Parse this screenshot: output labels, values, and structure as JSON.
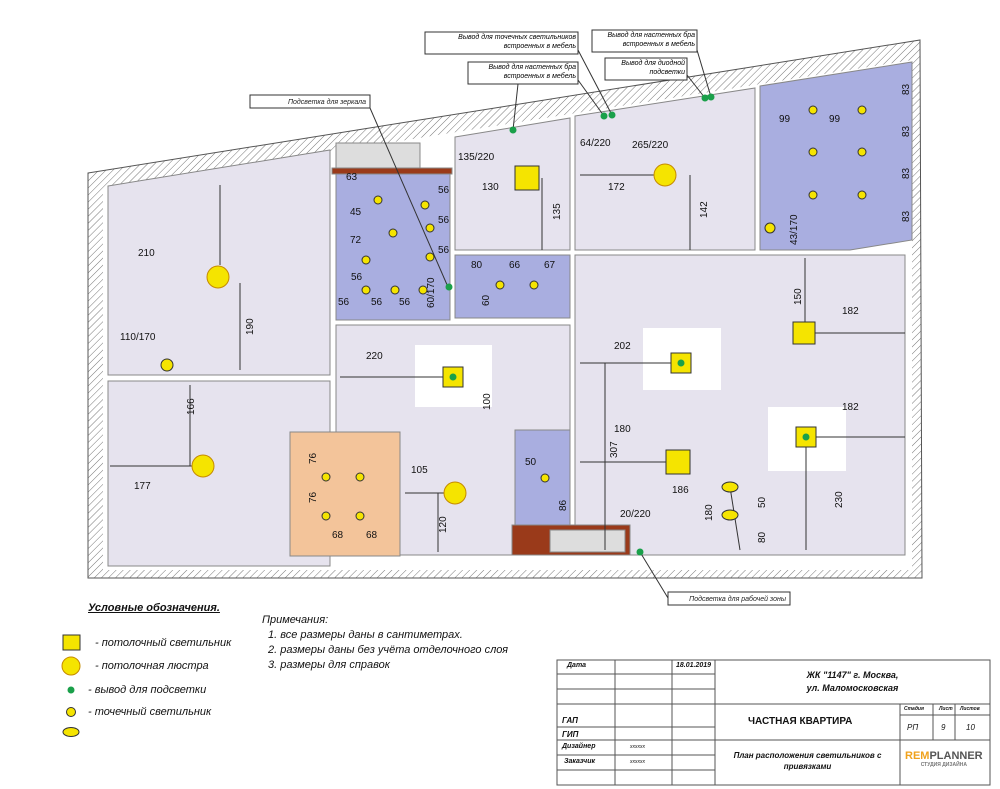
{
  "callouts": {
    "mirror": "Подсветка для зеркала",
    "spots_furniture": "Вывод для точечных светильников встроенных в мебель",
    "wall_bra1": "Вывод для настенных бра встроенных в мебель",
    "wall_bra2": "Вывод для настенных бра встроенных в мебель",
    "diode": "Вывод для диодной подсветки",
    "work_zone": "Подсветка для рабочей зоны"
  },
  "dims": [
    "63",
    "56",
    "45",
    "56",
    "72",
    "56",
    "56",
    "60/170",
    "56",
    "56",
    "56",
    "135/220",
    "130",
    "135",
    "80",
    "66",
    "67",
    "60",
    "64/220",
    "265/220",
    "172",
    "142",
    "99",
    "99",
    "83",
    "83",
    "83",
    "83",
    "43/170",
    "210",
    "190",
    "110/170",
    "220",
    "202",
    "150",
    "182",
    "182",
    "100",
    "166",
    "180",
    "307",
    "186",
    "50",
    "230",
    "180",
    "80",
    "20/220",
    "177",
    "105",
    "120",
    "76",
    "76",
    "68",
    "68",
    "50",
    "86"
  ],
  "legend": {
    "title": "Условные обозначения.",
    "items": [
      "- потолочный светильник",
      "- потолочная люстра",
      "- вывод для подсветки",
      "- точечный светильник"
    ]
  },
  "notes": {
    "title": "Примечания:",
    "items": [
      "1.  все размеры даны в сантиметрах.",
      "2.  размеры даны без учёта отделочного слоя",
      "3.  размеры для справок"
    ]
  },
  "title_block": {
    "date_label": "Дата",
    "date": "18.01.2019",
    "address1": "ЖК \"1147\" г. Москва,",
    "address2": "ул. Маломосковская",
    "gap": "ГАП",
    "gip": "ГИП",
    "designer": "Дизайнер",
    "customer": "Заказчик",
    "designer_val": "xxxxxx",
    "customer_val": "xxxxxx",
    "project": "Частная квартира",
    "stage_label": "Стадия",
    "sheet_label": "Лист",
    "sheets_label": "Листов",
    "stage": "РП",
    "sheet": "9",
    "sheets": "10",
    "drawing": "План расположения светильников с привязками",
    "logo_a": "REM",
    "logo_b": "PLANNER",
    "logo_sub": "СТУДИЯ ДИЗАЙНА"
  },
  "colors": {
    "room": "#e6e3ee",
    "blue": "#a9aee0",
    "orange": "#f3c49a",
    "wall": "#c9c9c9",
    "brick": "#9a3a1a",
    "fixture": "#f5e400",
    "dot": "#1aa04a"
  }
}
